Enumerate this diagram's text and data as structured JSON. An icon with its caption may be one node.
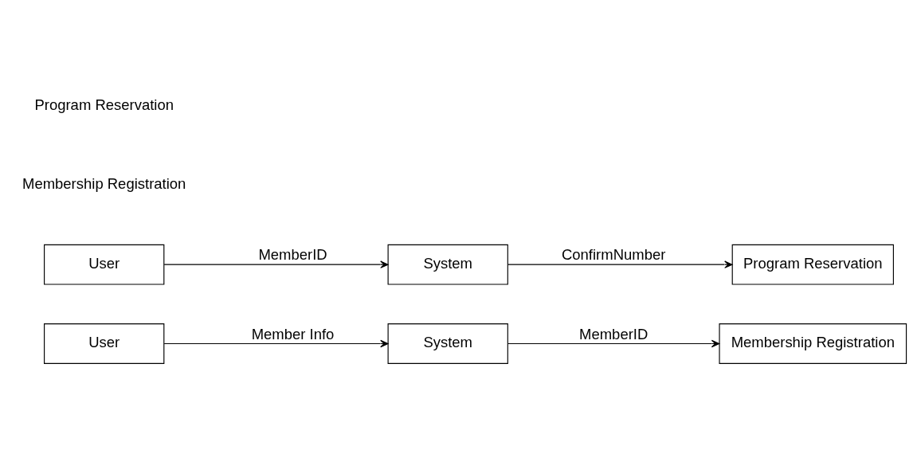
{
  "diagram": {
    "nodes": [
      {
        "text": [
          "User"
        ]
      },
      {
        "text": [
          "System"
        ]
      },
      {
        "text": [
          "Membership Registration"
        ]
      },
      {
        "text": [
          "User"
        ]
      },
      {
        "text": [
          "System"
        ]
      },
      {
        "text": [
          "Program Reservation"
        ]
      }
    ],
    "edges": [
      {
        "from": 0,
        "to": 1,
        "arrow": "to",
        "label": "Member Info"
      },
      {
        "from": 1,
        "to": 2,
        "arrow": "to",
        "label": "MemberID"
      },
      {
        "from": 3,
        "to": 4,
        "arrow": "to",
        "label": "MemberID"
      },
      {
        "from": 4,
        "to": 5,
        "arrow": "to",
        "label": "ConfirmNumber"
      }
    ],
    "labels": [
      "Membership Registration",
      "Program Reservation"
    ]
  }
}
